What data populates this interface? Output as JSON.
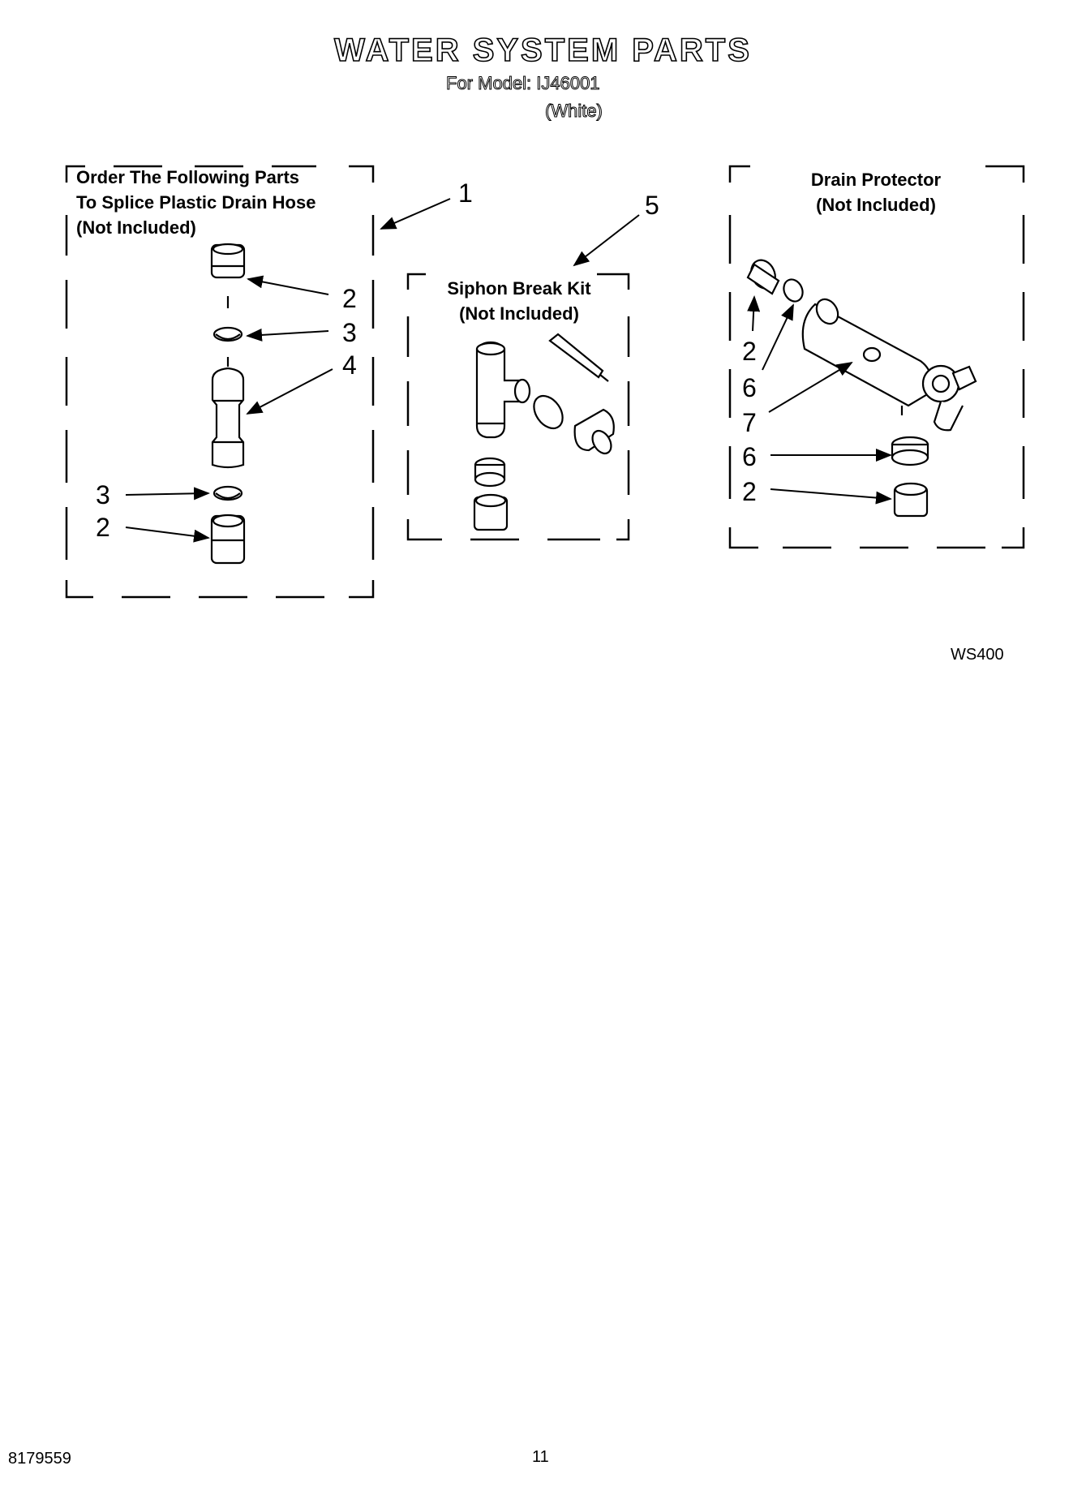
{
  "header": {
    "title": "WATER SYSTEM PARTS",
    "model_line": "For Model: IJ46001",
    "color_line": "(White)"
  },
  "groups": {
    "splice": {
      "heading": [
        "Order The Following Parts",
        "To Splice Plastic Drain Hose",
        "(Not Included)"
      ]
    },
    "siphon": {
      "heading": [
        "Siphon Break Kit",
        "(Not Included)"
      ]
    },
    "drain": {
      "heading": [
        "Drain Protector",
        "(Not Included)"
      ]
    }
  },
  "callouts": {
    "splice_group": "1",
    "siphon_group": "5",
    "splice_parts": [
      "2",
      "3",
      "4",
      "3",
      "2"
    ],
    "drain_parts": [
      "2",
      "6",
      "7",
      "6",
      "2"
    ]
  },
  "footer": {
    "figure_code": "WS400",
    "doc_number": "8179559",
    "page_number": "11"
  }
}
